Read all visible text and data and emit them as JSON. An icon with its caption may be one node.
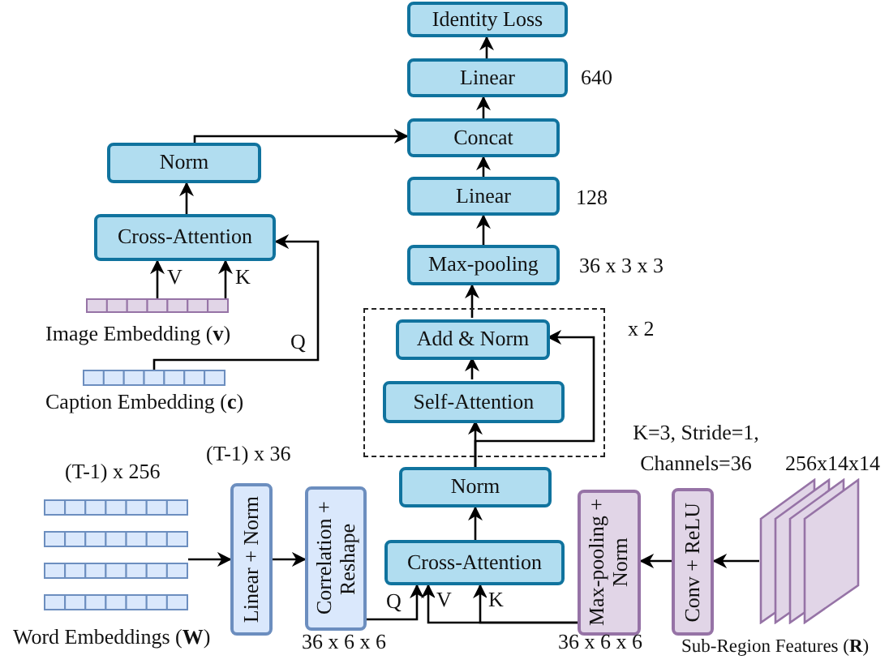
{
  "diagram": {
    "nodes": [
      {
        "text": [
          "Identity Loss"
        ]
      },
      {
        "text": [
          "Linear"
        ],
        "beside": [
          "640"
        ]
      },
      {
        "text": [
          "Concat"
        ]
      },
      {
        "text": [
          "Linear"
        ],
        "beside": [
          "128"
        ]
      },
      {
        "text": [
          "Max-pooling"
        ],
        "beside": [
          "36 x 3 x 3"
        ]
      },
      {
        "text": [],
        "shape": "box",
        "beside": [
          "x 2"
        ]
      },
      {
        "text": [
          "Add & Norm"
        ],
        "in": 5
      },
      {
        "text": [
          "Self-Attention"
        ],
        "in": 5
      },
      {
        "text": [
          "Norm"
        ]
      },
      {
        "text": [
          "Cross-Attention"
        ]
      },
      {
        "text": [
          "Max-pooling + Norm"
        ],
        "beside": [
          "36 x 6 x 6"
        ]
      },
      {
        "text": [
          "Conv + ReLU"
        ],
        "beside": [
          "K=3, Stride=1, Channels=36"
        ]
      },
      {
        "text": [],
        "shape": "box",
        "beside": [
          "256x14x14"
        ]
      },
      {
        "text": [
          "Correlation + Reshape"
        ],
        "beside": [
          "36 x 6 x 6"
        ]
      },
      {
        "text": [
          "Linear + Norm"
        ],
        "beside": [
          "(T-1) x 36"
        ]
      },
      {
        "text": [],
        "shape": "picture",
        "beside": [
          "(T-1) x 256",
          "Word Embeddings (**W**)"
        ]
      },
      {
        "text": [
          "Norm"
        ]
      },
      {
        "text": [
          "Cross-Attention"
        ]
      },
      {
        "text": [],
        "shape": "bar",
        "beside": [
          "Image Embedding (**v**)"
        ]
      },
      {
        "text": [],
        "shape": "bar",
        "beside": [
          "Caption Embedding (**c**)"
        ]
      }
    ],
    "edges": [
      {
        "from": 1,
        "to": 0,
        "arrow": "to"
      },
      {
        "from": 2,
        "to": 1,
        "arrow": "to"
      },
      {
        "from": 3,
        "to": 2,
        "arrow": "to"
      },
      {
        "from": 4,
        "to": 3,
        "arrow": "to"
      },
      {
        "from": 6,
        "to": 4,
        "arrow": "to"
      },
      {
        "from": 7,
        "to": 6,
        "arrow": "to"
      },
      {
        "from": 8,
        "to": 7,
        "arrow": "to"
      },
      {
        "from": 8,
        "to": 6,
        "arrow": "to"
      },
      {
        "from": 9,
        "to": 8,
        "arrow": "to"
      },
      {
        "from": 10,
        "to": 9,
        "label": "V",
        "arrow": "to"
      },
      {
        "from": 10,
        "to": 9,
        "label": "K",
        "arrow": "to"
      },
      {
        "from": 13,
        "to": 9,
        "label": "Q",
        "arrow": "to"
      },
      {
        "from": 11,
        "to": 10,
        "arrow": "to"
      },
      {
        "from": 12,
        "to": 11,
        "arrow": "to"
      },
      {
        "from": 15,
        "to": 14,
        "arrow": "to"
      },
      {
        "from": 14,
        "to": 13,
        "arrow": "to"
      },
      {
        "from": 17,
        "to": 16,
        "arrow": "to"
      },
      {
        "from": 18,
        "to": 17,
        "label": "V",
        "arrow": "to"
      },
      {
        "from": 18,
        "to": 17,
        "label": "K",
        "arrow": "to"
      },
      {
        "from": 19,
        "to": 17,
        "label": "Q",
        "arrow": "to"
      },
      {
        "from": 16,
        "to": 2,
        "arrow": "to"
      }
    ],
    "labels": [
      "Sub-Region Features (**R**)"
    ]
  }
}
